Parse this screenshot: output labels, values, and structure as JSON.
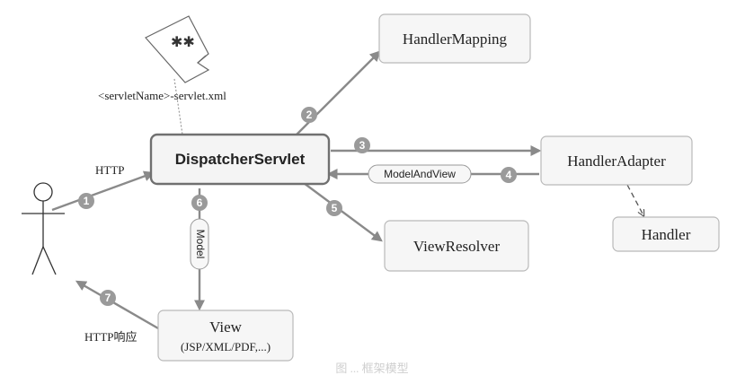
{
  "config_file": {
    "label": "<servletName>-servlet.xml",
    "icon": "xml-document-icon",
    "stars": "✱✱"
  },
  "dispatcher": {
    "label": "DispatcherServlet"
  },
  "handler_mapping": {
    "label": "HandlerMapping"
  },
  "handler_adapter": {
    "label": "HandlerAdapter"
  },
  "handler": {
    "label": "Handler"
  },
  "view_resolver": {
    "label": "ViewResolver"
  },
  "view": {
    "label": "View",
    "sublabel": "(JSP/XML/PDF,...)"
  },
  "user": {
    "icon": "user-stick-figure-icon"
  },
  "edges": {
    "request": {
      "label": "HTTP"
    },
    "response": {
      "label": "HTTP响应"
    },
    "model_and_view": {
      "label": "ModelAndView"
    },
    "model": {
      "label": "Model"
    }
  },
  "steps": [
    "1",
    "2",
    "3",
    "4",
    "5",
    "6",
    "7"
  ],
  "caption": "图 ... 框架模型"
}
